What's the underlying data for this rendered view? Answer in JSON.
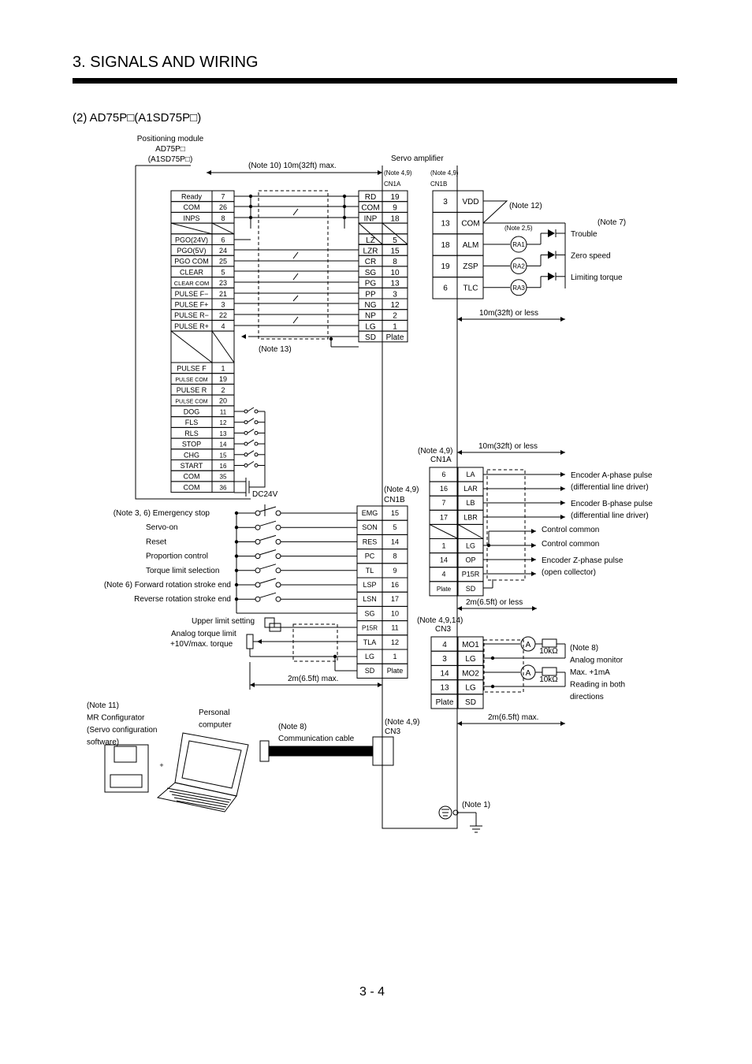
{
  "header": {
    "section_title": "3. SIGNALS AND WIRING",
    "subtitle": "(2) AD75P□(A1SD75P□)",
    "page_number": "3 -  4"
  },
  "positioning_module": {
    "title_lines": [
      "Positioning module",
      "AD75P□",
      "(A1SD75P□)"
    ],
    "terminals": [
      {
        "name": "Ready",
        "pin": "7"
      },
      {
        "name": "COM",
        "pin": "26"
      },
      {
        "name": "INPS",
        "pin": "8"
      },
      {
        "name": "",
        "pin": ""
      },
      {
        "name": "PGO(24V)",
        "pin": "6"
      },
      {
        "name": "PGO(5V)",
        "pin": "24"
      },
      {
        "name": "PGO COM",
        "pin": "25"
      },
      {
        "name": "CLEAR",
        "pin": "5"
      },
      {
        "name": "CLEAR COM",
        "pin": "23"
      },
      {
        "name": "PULSE F−",
        "pin": "21"
      },
      {
        "name": "PULSE F+",
        "pin": "3"
      },
      {
        "name": "PULSE R−",
        "pin": "22"
      },
      {
        "name": "PULSE R+",
        "pin": "4"
      }
    ],
    "pulse_terminals": [
      {
        "name": "PULSE F",
        "pin": "1"
      },
      {
        "name": "PULSE COM",
        "pin": "19"
      },
      {
        "name": "PULSE R",
        "pin": "2"
      },
      {
        "name": "PULSE COM",
        "pin": "20"
      }
    ],
    "input_terminals": [
      {
        "name": "DOG",
        "pin": "11"
      },
      {
        "name": "FLS",
        "pin": "12"
      },
      {
        "name": "RLS",
        "pin": "13"
      },
      {
        "name": "STOP",
        "pin": "14"
      },
      {
        "name": "CHG",
        "pin": "15"
      },
      {
        "name": "START",
        "pin": "16"
      },
      {
        "name": "COM",
        "pin": "35"
      },
      {
        "name": "COM",
        "pin": "36"
      }
    ],
    "dc_label": "DC24V"
  },
  "servo": {
    "title": "Servo amplifier",
    "cable_note": "(Note 10) 10m(32ft) max.",
    "cn1a_note": "(Note 4,9)",
    "cn1a_label": "CN1A",
    "cn1b_note": "(Note 4,9)",
    "cn1b_label": "CN1B",
    "cn1a_terminals": [
      {
        "name": "RD",
        "pin": "19"
      },
      {
        "name": "COM",
        "pin": "9"
      },
      {
        "name": "INP",
        "pin": "18"
      },
      {
        "name": "",
        "pin": ""
      },
      {
        "name": "LZ",
        "pin": "5"
      },
      {
        "name": "LZR",
        "pin": "15"
      },
      {
        "name": "CR",
        "pin": "8"
      },
      {
        "name": "SG",
        "pin": "10"
      },
      {
        "name": "PG",
        "pin": "13"
      },
      {
        "name": "PP",
        "pin": "3"
      },
      {
        "name": "NG",
        "pin": "12"
      },
      {
        "name": "NP",
        "pin": "2"
      },
      {
        "name": "LG",
        "pin": "1"
      },
      {
        "name": "SD",
        "pin": "Plate"
      }
    ],
    "note13": "(Note 13)",
    "cn1b_top": [
      {
        "pin": "3",
        "name": "VDD"
      },
      {
        "pin": "13",
        "name": "COM"
      },
      {
        "pin": "18",
        "name": "ALM"
      },
      {
        "pin": "19",
        "name": "ZSP"
      },
      {
        "pin": "6",
        "name": "TLC"
      }
    ],
    "note12": "(Note 12)",
    "note7": "(Note 7)",
    "note25": "(Note 2,5)",
    "relays": [
      "RA1",
      "RA2",
      "RA3"
    ],
    "relay_labels": [
      "Trouble",
      "Zero speed",
      "Limiting torque"
    ],
    "len_10m_a": "10m(32ft) or less",
    "len_10m_b": "10m(32ft) or less",
    "enc_note": "(Note 4,9)",
    "enc_cn": "CN1A",
    "encoder_terminals": [
      {
        "pin": "6",
        "name": "LA"
      },
      {
        "pin": "16",
        "name": "LAR"
      },
      {
        "pin": "7",
        "name": "LB"
      },
      {
        "pin": "17",
        "name": "LBR"
      },
      {
        "pin": "",
        "name": ""
      },
      {
        "pin": "1",
        "name": "LG"
      },
      {
        "pin": "14",
        "name": "OP"
      },
      {
        "pin": "4",
        "name": "P15R"
      },
      {
        "pin": "Plate",
        "name": "SD"
      }
    ],
    "encoder_labels": [
      "Encoder A-phase pulse",
      "(differential line driver)",
      "Encoder B-phase pulse",
      "(differential line driver)",
      "Control common",
      "Control common",
      "Encoder Z-phase pulse",
      "(open collector)"
    ],
    "len_2m_a": "2m(6.5ft) or less",
    "cn1b_label2": "CN1B",
    "input_signals": [
      {
        "label": "(Note 3, 6) Emergency stop",
        "name": "EMG",
        "pin": "15"
      },
      {
        "label": "Servo-on",
        "name": "SON",
        "pin": "5"
      },
      {
        "label": "Reset",
        "name": "RES",
        "pin": "14"
      },
      {
        "label": "Proportion control",
        "name": "PC",
        "pin": "8"
      },
      {
        "label": "Torque limit selection",
        "name": "TL",
        "pin": "9"
      },
      {
        "label": "(Note 6) Forward rotation stroke end",
        "name": "LSP",
        "pin": "16"
      },
      {
        "label": "Reverse rotation stroke end",
        "name": "LSN",
        "pin": "17"
      },
      {
        "label": "",
        "name": "SG",
        "pin": "10"
      },
      {
        "label": "",
        "name": "P15R",
        "pin": "11"
      },
      {
        "label": "",
        "name": "TLA",
        "pin": "12"
      },
      {
        "label": "",
        "name": "LG",
        "pin": "1"
      },
      {
        "label": "",
        "name": "SD",
        "pin": "Plate"
      }
    ],
    "upper_limit": "Upper limit setting",
    "analog_torque": [
      "Analog torque limit",
      "+10V/max. torque"
    ],
    "len_2m_b": "2m(6.5ft) max.",
    "cn3_note": "(Note 4,9,14)",
    "cn3_label": "CN3",
    "cn3_terminals": [
      {
        "pin": "4",
        "name": "MO1"
      },
      {
        "pin": "3",
        "name": "LG"
      },
      {
        "pin": "14",
        "name": "MO2"
      },
      {
        "pin": "13",
        "name": "LG"
      },
      {
        "pin": "Plate",
        "name": "SD"
      }
    ],
    "meter": "A",
    "resistor": "10kΩ",
    "analog_note": [
      "(Note 8)",
      "Analog monitor",
      "Max. +1mA",
      "Reading in both",
      "directions"
    ],
    "len_2m_c": "2m(6.5ft) max.",
    "cn3b_note": "(Note 4,9)",
    "cn3b_label": "CN3",
    "note1": "(Note 1)"
  },
  "pc": {
    "note11": [
      "(Note 11)",
      "MR Configurator",
      "(Servo configuration",
      "software)"
    ],
    "pc_label": [
      "Personal",
      "computer"
    ],
    "note8": [
      "(Note 8)",
      "Communication cable"
    ],
    "plus": "+"
  }
}
